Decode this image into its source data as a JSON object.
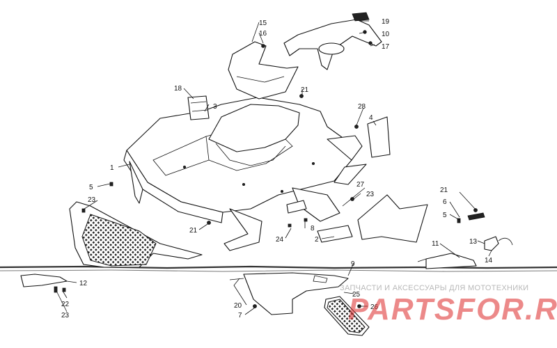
{
  "diagram": {
    "callouts": {
      "c1": "1",
      "c2": "2",
      "c3": "3",
      "c4": "4",
      "c5a": "5",
      "c5b": "5",
      "c6": "6",
      "c7": "7",
      "c8": "8",
      "c9": "9",
      "c10": "10",
      "c11": "11",
      "c12": "12",
      "c13": "13",
      "c14": "14",
      "c15": "15",
      "c16": "16",
      "c17": "17",
      "c18": "18",
      "c19": "19",
      "c20": "20",
      "c21a": "21",
      "c21b": "21",
      "c21c": "21",
      "c22": "22",
      "c23a": "23",
      "c23b": "23",
      "c23c": "23",
      "c24": "24",
      "c25": "25",
      "c26": "26",
      "c27": "27",
      "c28": "28"
    }
  },
  "watermark": {
    "text": "ЗАПЧАСТИ И АКСЕССУАРЫ ДЛЯ МОТОТЕХНИКИ",
    "logo": "PARTSFOR.RU"
  },
  "colors": {
    "ink": "#111111",
    "watermark_text": "#b8b8b8",
    "watermark_logo": "#dc2828"
  }
}
